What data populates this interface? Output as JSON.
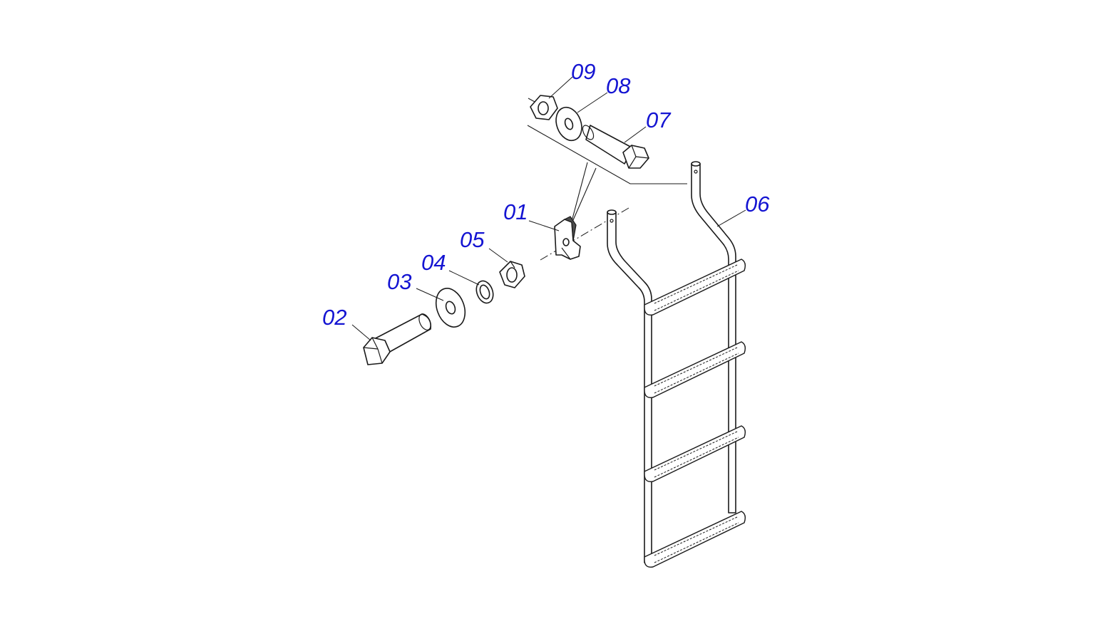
{
  "drawing": {
    "callout_color": "#1414d2",
    "line_color": "#1a1a1a",
    "callouts": [
      {
        "id": "01",
        "label": "01"
      },
      {
        "id": "02",
        "label": "02"
      },
      {
        "id": "03",
        "label": "03"
      },
      {
        "id": "04",
        "label": "04"
      },
      {
        "id": "05",
        "label": "05"
      },
      {
        "id": "06",
        "label": "06"
      },
      {
        "id": "07",
        "label": "07"
      },
      {
        "id": "08",
        "label": "08"
      },
      {
        "id": "09",
        "label": "09"
      }
    ],
    "parts": [
      {
        "callout": "01",
        "icon": "bracket-icon"
      },
      {
        "callout": "02",
        "icon": "hex-bolt-icon"
      },
      {
        "callout": "03",
        "icon": "flat-washer-icon"
      },
      {
        "callout": "04",
        "icon": "spring-washer-icon"
      },
      {
        "callout": "05",
        "icon": "hex-nut-icon"
      },
      {
        "callout": "06",
        "icon": "ladder-icon"
      },
      {
        "callout": "07",
        "icon": "hex-bolt-icon"
      },
      {
        "callout": "08",
        "icon": "flat-washer-icon"
      },
      {
        "callout": "09",
        "icon": "hex-nut-icon"
      }
    ]
  }
}
